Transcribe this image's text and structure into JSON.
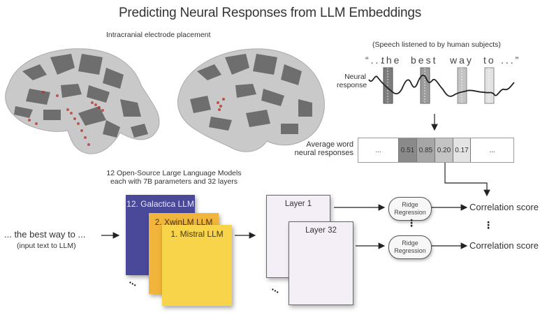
{
  "title": "Predicting Neural Responses from LLM Embeddings",
  "brain_section": {
    "label": "Intracranial electrode placement",
    "left_hemisphere": "left-brain-surface",
    "right_hemisphere": "right-brain-surface"
  },
  "speech_section": {
    "caption": "(Speech listened to by human subjects)",
    "open_quote": "“...",
    "words": [
      "the",
      "best",
      "way",
      "to"
    ],
    "close_quote": "...”",
    "neural_label_line1": "Neural",
    "neural_label_line2": "response"
  },
  "average_responses": {
    "label_line1": "Average word",
    "label_line2": "neural responses",
    "left_ellipsis": "...",
    "right_ellipsis": "...",
    "values": [
      "0.51",
      "0.85",
      "0.20",
      "0.17"
    ],
    "cell_colors": [
      "#8a8a8a",
      "#a6a6a6",
      "#c4c4c4",
      "#e4e4e4"
    ]
  },
  "llm_section": {
    "heading_line1": "12 Open-Source Large Language Models",
    "heading_line2": "each with 7B parameters and 32 layers",
    "input_text": "... the best way to ...",
    "input_caption": "(input text to LLM)",
    "models": [
      {
        "label": "12. Galactica LLM",
        "color": "#4a4899"
      },
      {
        "label": "2. XwinLM LLM",
        "color": "#f0b53a"
      },
      {
        "label": "1. Mistral LLM",
        "color": "#f7d44a"
      }
    ],
    "ellipsis": "..."
  },
  "layers_section": {
    "layers": [
      "Layer 1",
      "Layer 32"
    ],
    "ellipsis": "..."
  },
  "regression": {
    "line1": "Ridge",
    "line2": "Regression"
  },
  "outputs": [
    "Correlation score",
    "Correlation score"
  ],
  "vertical_ellipsis": "⋮"
}
